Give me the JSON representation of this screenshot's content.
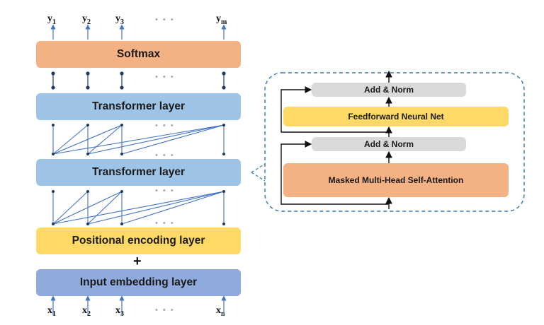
{
  "left_stack": {
    "outputs": [
      {
        "base": "y",
        "sub": "1"
      },
      {
        "base": "y",
        "sub": "2"
      },
      {
        "base": "y",
        "sub": "3"
      },
      {
        "base": "y",
        "sub": "m"
      }
    ],
    "inputs": [
      {
        "base": "x",
        "sub": "1"
      },
      {
        "base": "x",
        "sub": "2"
      },
      {
        "base": "x",
        "sub": "3"
      },
      {
        "base": "x",
        "sub": "n"
      }
    ],
    "ellipsis": "• • •",
    "softmax": "Softmax",
    "transformer_top": "Transformer layer",
    "transformer_bottom": "Transformer layer",
    "positional": "Positional encoding layer",
    "plus": "+",
    "embedding": "Input embedding layer"
  },
  "detail": {
    "add_norm_top": "Add & Norm",
    "feedforward": "Feedforward Neural Net",
    "add_norm_bottom": "Add & Norm",
    "attention": "Masked Multi-Head Self-Attention"
  },
  "colors": {
    "softmax": "#F4B183",
    "transformer": "#9DC3E6",
    "positional": "#FFD966",
    "embedding": "#8FAADC",
    "add_norm": "#D9D9D9",
    "feedforward": "#FFD966",
    "attention": "#F4B183",
    "connector": "#4472C4",
    "dashed_border": "#2E75B6"
  }
}
